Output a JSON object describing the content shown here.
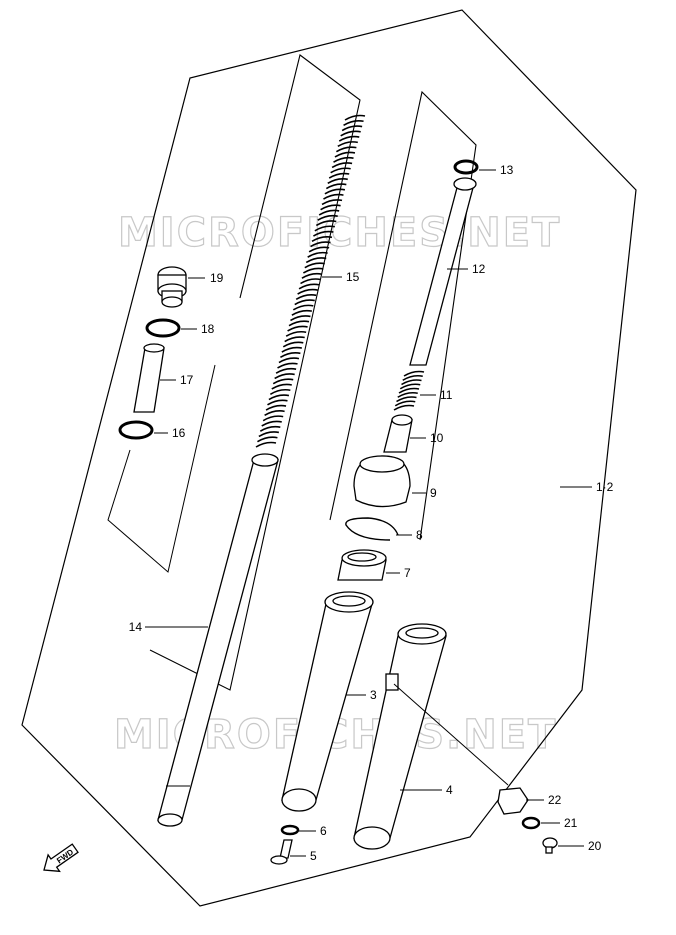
{
  "watermark": "MICROFICHES.NET",
  "fwd_label": "FWD",
  "assembly_label": "1·2",
  "callouts": [
    {
      "id": "c19",
      "label": "19"
    },
    {
      "id": "c18",
      "label": "18"
    },
    {
      "id": "c17",
      "label": "17"
    },
    {
      "id": "c16",
      "label": "16"
    },
    {
      "id": "c15",
      "label": "15"
    },
    {
      "id": "c14",
      "label": "14"
    },
    {
      "id": "c13",
      "label": "13"
    },
    {
      "id": "c12",
      "label": "12"
    },
    {
      "id": "c11",
      "label": "11"
    },
    {
      "id": "c10",
      "label": "10"
    },
    {
      "id": "c9",
      "label": "9"
    },
    {
      "id": "c8",
      "label": "8"
    },
    {
      "id": "c7",
      "label": "7"
    },
    {
      "id": "c3",
      "label": "3"
    },
    {
      "id": "c4",
      "label": "4"
    },
    {
      "id": "c6",
      "label": "6"
    },
    {
      "id": "c5",
      "label": "5"
    },
    {
      "id": "c22",
      "label": "22"
    },
    {
      "id": "c21",
      "label": "21"
    },
    {
      "id": "c20",
      "label": "20"
    }
  ]
}
